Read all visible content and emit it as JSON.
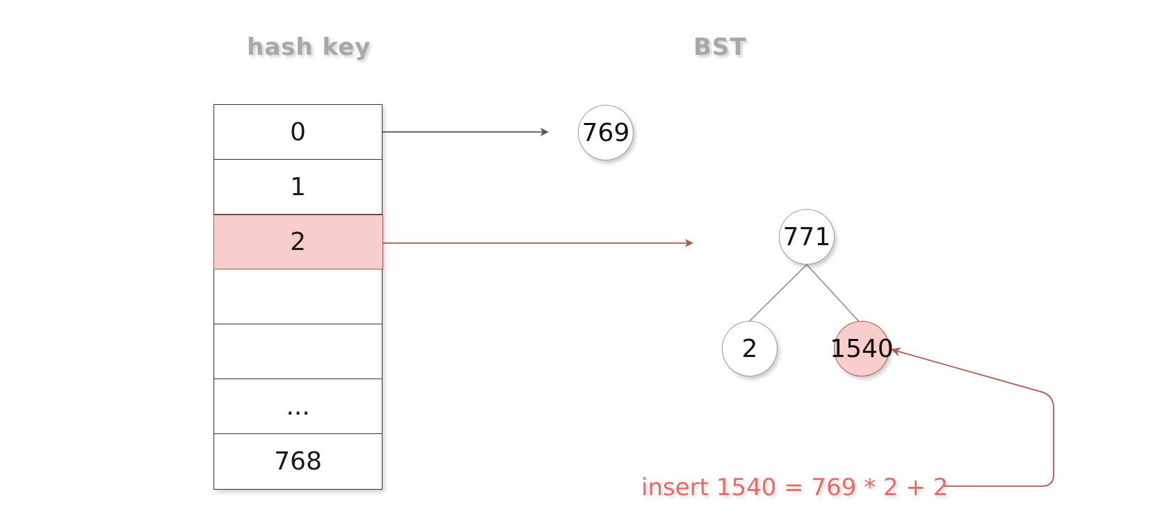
{
  "headings": {
    "left": "hash key",
    "right": "BST"
  },
  "hash_table": {
    "cells": [
      "0",
      "1",
      "2",
      "",
      "",
      "...",
      "768"
    ],
    "highlighted_index": 2
  },
  "trees": {
    "bucket_0": {
      "root": "769"
    },
    "bucket_2": {
      "root": "771",
      "left": "2",
      "right": "1540"
    }
  },
  "annotation": {
    "text": "insert 1540 = 769 * 2 + 2"
  },
  "colors": {
    "heading": "#a8a8a8",
    "border": "#333333",
    "highlight_fill": "#f8cecc",
    "highlight_stroke": "#b85450",
    "annotation": "#ea6b66",
    "edge": "#9a9a9a"
  }
}
